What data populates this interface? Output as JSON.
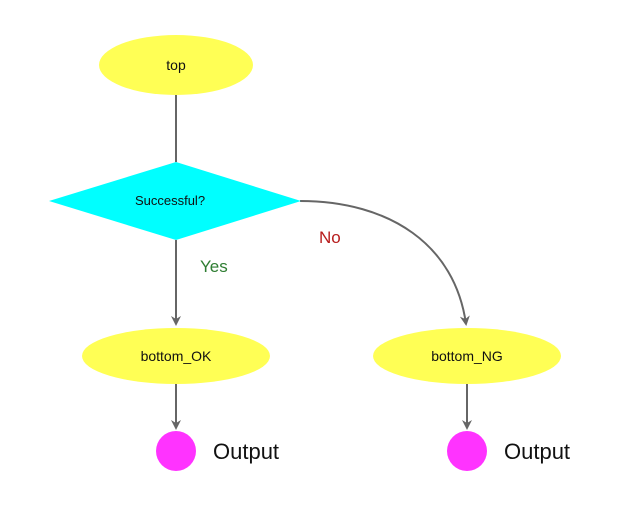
{
  "nodes": {
    "top": {
      "label": "top",
      "color": "#ffff55"
    },
    "decision": {
      "label": "Successful?",
      "color": "#00ffff"
    },
    "bottom_ok": {
      "label": "bottom_OK",
      "color": "#ffff55"
    },
    "bottom_ng": {
      "label": "bottom_NG",
      "color": "#ffff55"
    },
    "output_ok": {
      "label": "Output",
      "color": "#ff33ff"
    },
    "output_ng": {
      "label": "Output",
      "color": "#ff33ff"
    }
  },
  "edges": {
    "yes": {
      "label": "Yes",
      "color": "#2e7d32"
    },
    "no": {
      "label": "No",
      "color": "#b71c1c"
    }
  },
  "edge_color": "#666666"
}
